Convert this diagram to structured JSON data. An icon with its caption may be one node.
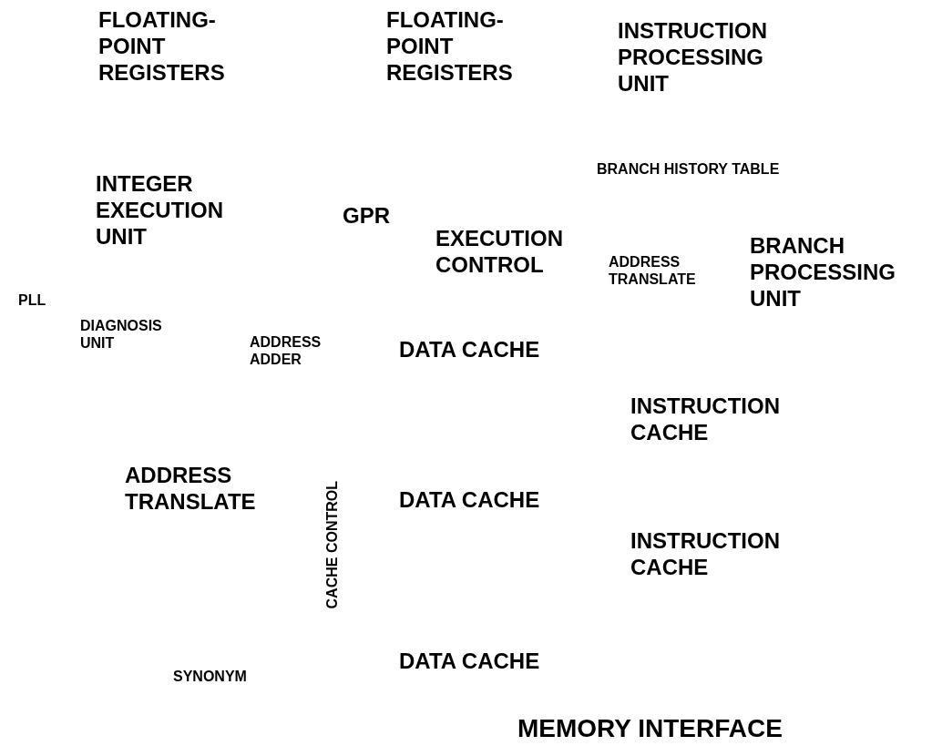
{
  "diagram": {
    "labels": [
      "FLOATING-POINT REGISTERS",
      "FLOATING-POINT REGISTERS",
      "INSTRUCTION PROCESSING UNIT",
      "BRANCH HISTORY TABLE",
      "INTEGER EXECUTION UNIT",
      "GPR",
      "EXECUTION CONTROL",
      "BRANCH PROCESSING UNIT",
      "ADDRESS TRANSLATE",
      "PLL",
      "DIAGNOSIS UNIT",
      "ADDRESS ADDER",
      "DATA CACHE",
      "INSTRUCTION CACHE",
      "ADDRESS TRANSLATE",
      "CACHE CONTROL",
      "DATA CACHE",
      "INSTRUCTION CACHE",
      "DATA CACHE",
      "SYNONYM",
      "MEMORY INTERFACE"
    ]
  }
}
